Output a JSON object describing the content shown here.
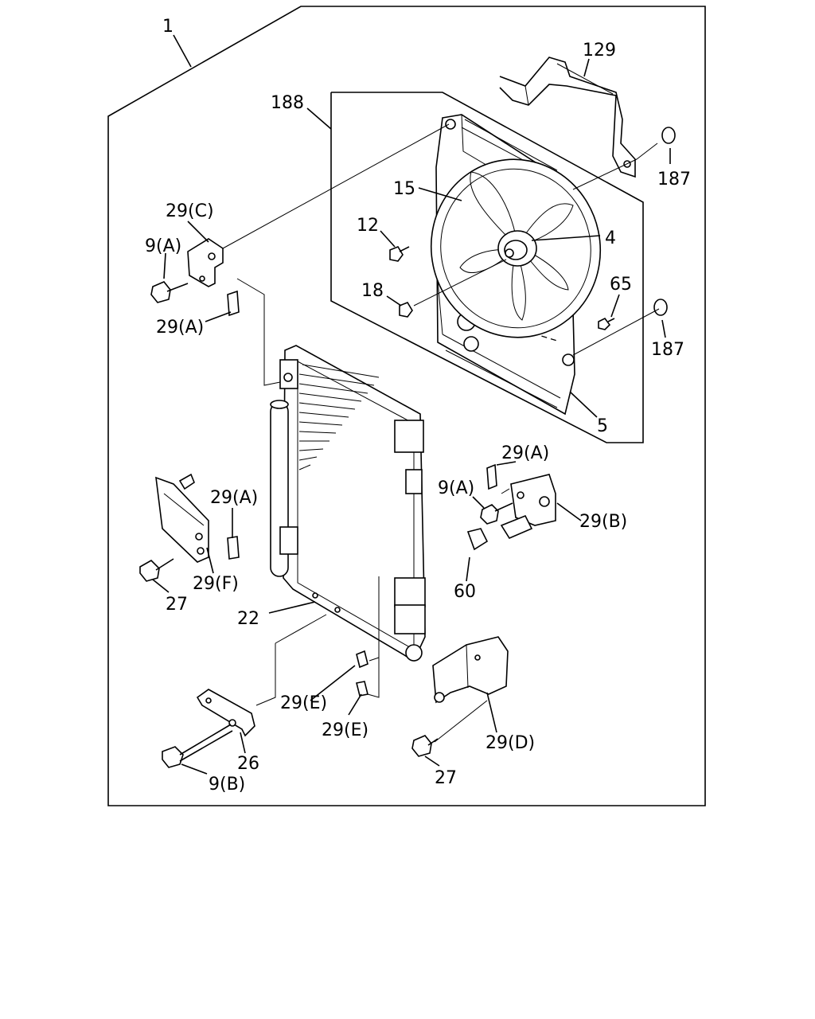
{
  "callouts": {
    "c1": "1",
    "c129": "129",
    "c188": "188",
    "c187a": "187",
    "c187b": "187",
    "c15": "15",
    "c29c": "29(C)",
    "c12": "12",
    "c4": "4",
    "c9a_left": "9(A)",
    "c65": "65",
    "c18": "18",
    "c29a_top": "29(A)",
    "c5": "5",
    "c29a_right": "29(A)",
    "c9a_right": "9(A)",
    "c29a_left": "29(A)",
    "c29b": "29(B)",
    "c29f": "29(F)",
    "c27_left": "27",
    "c60": "60",
    "c22": "22",
    "c29e_1": "29(E)",
    "c29e_2": "29(E)",
    "c26": "26",
    "c29d": "29(D)",
    "c9b": "9(B)",
    "c27_bottom": "27"
  }
}
